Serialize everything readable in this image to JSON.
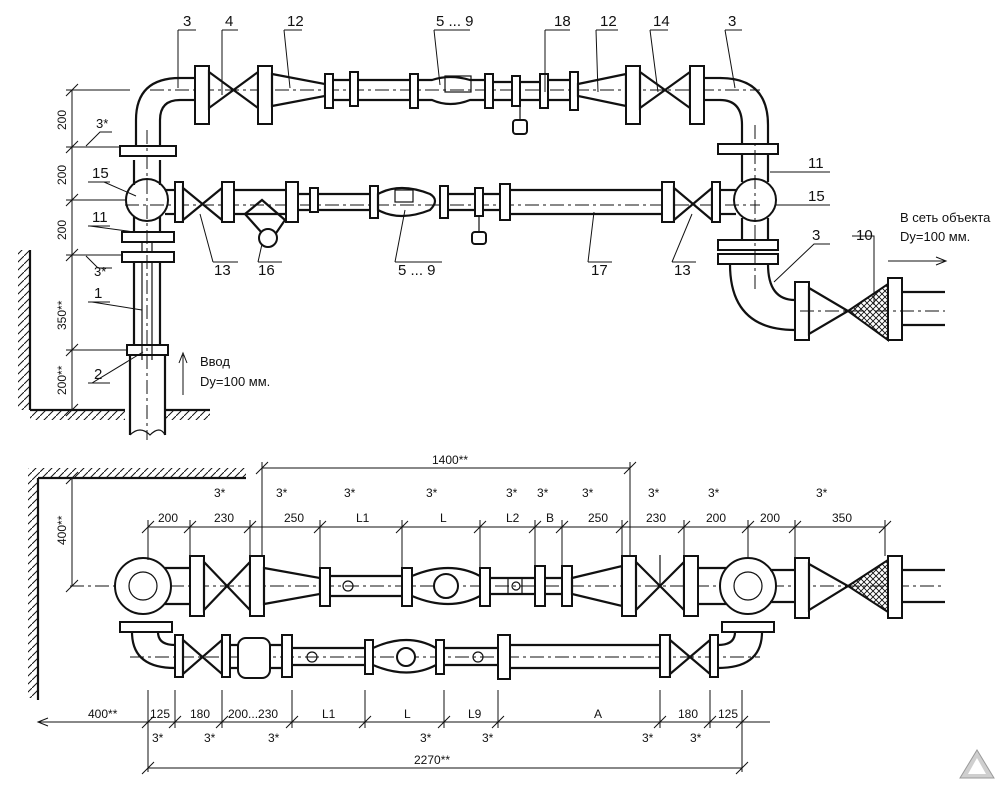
{
  "top_view": {
    "callouts": {
      "c3a": "3",
      "c4": "4",
      "c12a": "12",
      "c59a": "5 ... 9",
      "c18": "18",
      "c12b": "12",
      "c14": "14",
      "c3b": "3",
      "c15a": "15",
      "c11a": "11",
      "c1": "1",
      "c2": "2",
      "c13a": "13",
      "c16": "16",
      "c59b": "5 ... 9",
      "c17": "17",
      "c13b": "13",
      "c11b": "11",
      "c15b": "15",
      "c3c": "3",
      "c10": "10"
    },
    "dims_left": {
      "d200a": "200",
      "d3s_a": "3*",
      "d200b": "200",
      "d200c": "200",
      "d3s_b": "3*",
      "d350": "350**",
      "d200d": "200**"
    },
    "inlet_label": "Ввод",
    "inlet_size": "Dy=100 мм.",
    "outlet_label": "В сеть объекта",
    "outlet_size": "Dy=100 мм."
  },
  "bottom_view": {
    "overall_top": "1400**",
    "height_dim": "400**",
    "top_row": [
      "200",
      "230",
      "250",
      "L1",
      "L",
      "L2",
      "B",
      "250",
      "230",
      "200",
      "200",
      "350"
    ],
    "top_stars": [
      "3*",
      "3*",
      "3*",
      "3*",
      "3*",
      "3*",
      "3*",
      "3*",
      "3*",
      "3*"
    ],
    "bottom_row": [
      "400**",
      "125",
      "180",
      "200...230",
      "L1",
      "L",
      "L9",
      "A",
      "180",
      "125"
    ],
    "bottom_stars": [
      "3*",
      "3*",
      "3*",
      "3*",
      "3*",
      "3*",
      "3*"
    ],
    "overall_bottom": "2270**"
  }
}
